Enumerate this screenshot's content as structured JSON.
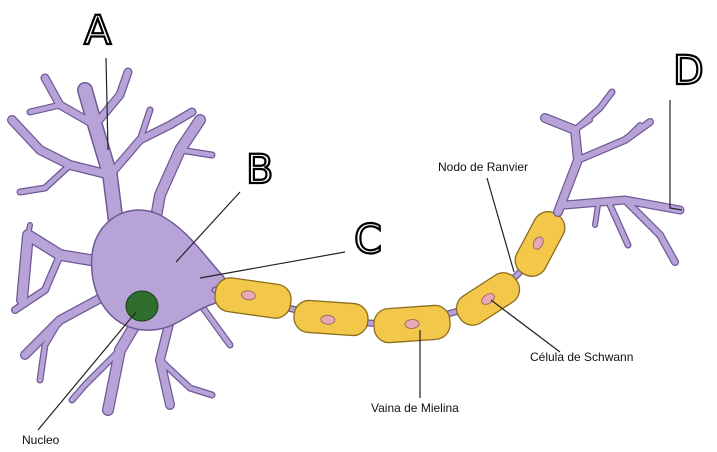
{
  "labels": {
    "a": "A",
    "b": "B",
    "c": "C",
    "d": "D",
    "nodo_ranvier": "Nodo de Ranvier",
    "celula_schwann": "Célula de Schwann",
    "vaina_mielina": "Vaina de Mielina",
    "nucleo": "Nucleo"
  },
  "colors": {
    "neuron": "#b8a3d9",
    "neuron_outline": "#6e5a94",
    "schwann_cell": "#f2c74a",
    "schwann_outline": "#8c6d1c",
    "schwann_nucleus": "#e9a9b4",
    "nucleus": "#2f6e2c"
  }
}
